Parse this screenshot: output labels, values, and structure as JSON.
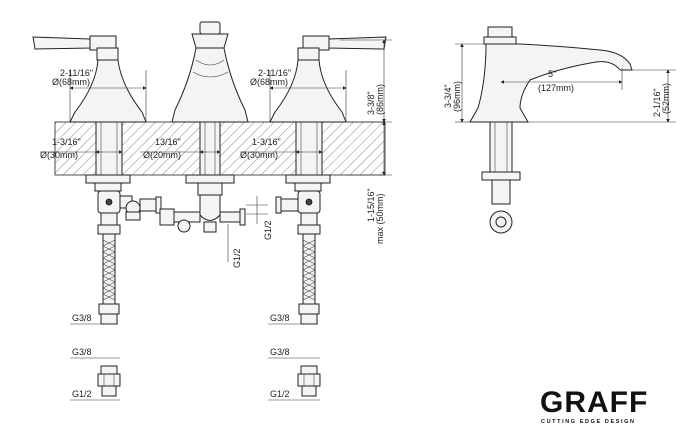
{
  "dimensions": {
    "handle_base_diameter_left": {
      "imperial": "2-11/16\"",
      "metric": "68mm"
    },
    "handle_base_diameter_right": {
      "imperial": "2-11/16\"",
      "metric": "68mm"
    },
    "shank_diameter_left": {
      "imperial": "1-3/16\"",
      "metric": "30mm"
    },
    "spout_shank_diameter": {
      "imperial": "13/16\"",
      "metric": "20mm"
    },
    "shank_diameter_right": {
      "imperial": "1-3/16\"",
      "metric": "30mm"
    },
    "handle_height": {
      "imperial": "3-3/8\"",
      "metric": "86mm"
    },
    "max_deck_thickness": {
      "prefix": "max",
      "imperial": "1-15/16\"",
      "metric": "50mm"
    },
    "spout_height": {
      "imperial": "3-3/4\"",
      "metric": "96mm"
    },
    "spout_reach": {
      "imperial": "5\"",
      "metric": "127mm"
    },
    "spout_outlet_height": {
      "imperial": "2-1/16\"",
      "metric": "52mm"
    }
  },
  "connections": {
    "tee_outlet": "G1/2",
    "tee_inlet": "G1/2",
    "hose_left": "G3/8",
    "hose_right": "G3/8",
    "adapter_left_top": "G3/8",
    "adapter_left_bottom": "G1/2",
    "adapter_right_top": "G3/8",
    "adapter_right_bottom": "G1/2"
  },
  "brand": {
    "logo": "GRAFF",
    "tagline": "CUTTING EDGE DESIGN"
  },
  "phi": "Ø"
}
